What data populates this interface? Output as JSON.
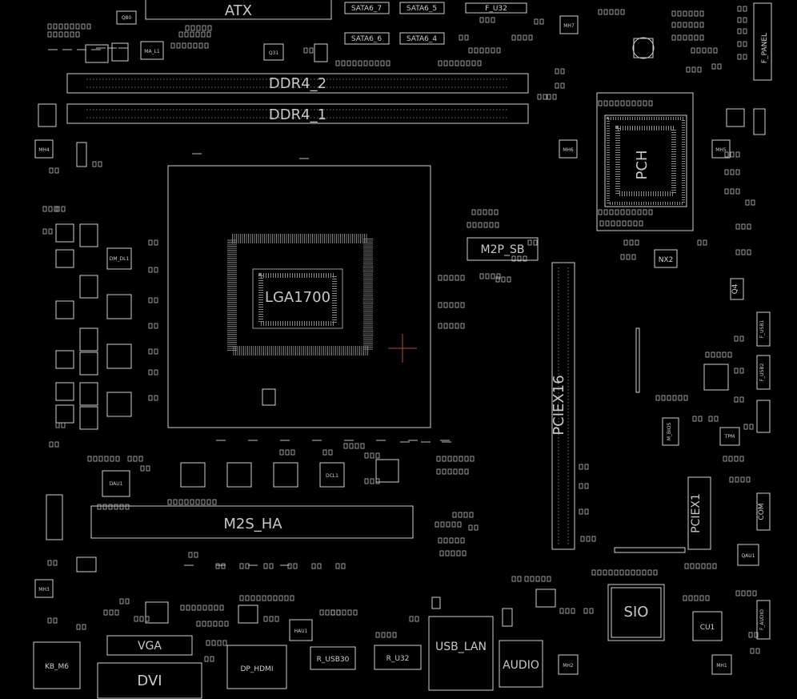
{
  "board": {
    "background": "#000000",
    "outline_color": "#cfcfcf",
    "cursor_color": "#b04848",
    "marker_color": "#2fa84f"
  },
  "labels": {
    "atx": "ATX",
    "sata_7": "SATA6_7",
    "sata_5": "SATA6_5",
    "sata_6": "SATA6_6",
    "sata_4": "SATA6_4",
    "f_u32": "F_U32",
    "ddr4_2": "DDR4_2",
    "ddr4_1": "DDR4_1",
    "f_panel": "F_PANEL",
    "lga1700": "LGA1700",
    "pch": "PCH",
    "m2p_sb": "M2P_SB",
    "pciex16": "PCIEX16",
    "pciex1": "PCIEX1",
    "nx2": "NX2",
    "q4": "Q4",
    "q80": "Q80",
    "q31": "Q31",
    "f_usb1": "F_USB1",
    "f_usb2": "F_USB2",
    "sb_bios": "M_BIOS",
    "tpm": "TPM",
    "com": "COM",
    "f_audio": "F_AUDIO",
    "m2s_ha": "M2S_HA",
    "vga": "VGA",
    "dvi": "DVI",
    "dp_hdmi": "DP_HDMI",
    "r_usb30": "R_USB30",
    "r_u32": "R_U32",
    "usb_lan": "USB_LAN",
    "audio": "AUDIO",
    "sio": "SIO",
    "cu1": "CU1",
    "kb_m6": "KB_M6",
    "mh1": "MH1",
    "mh2": "MH2",
    "mh3": "MH3",
    "mh4": "MH4",
    "mh5": "MH5",
    "mh6": "MH6",
    "mh7": "MH7",
    "dau1": "DAU1",
    "dcl1": "DCL1",
    "qau1": "QAU1",
    "hau1": "HAU1",
    "ma_l1": "MA_L1",
    "dm_dl1": "DM_DL1"
  }
}
